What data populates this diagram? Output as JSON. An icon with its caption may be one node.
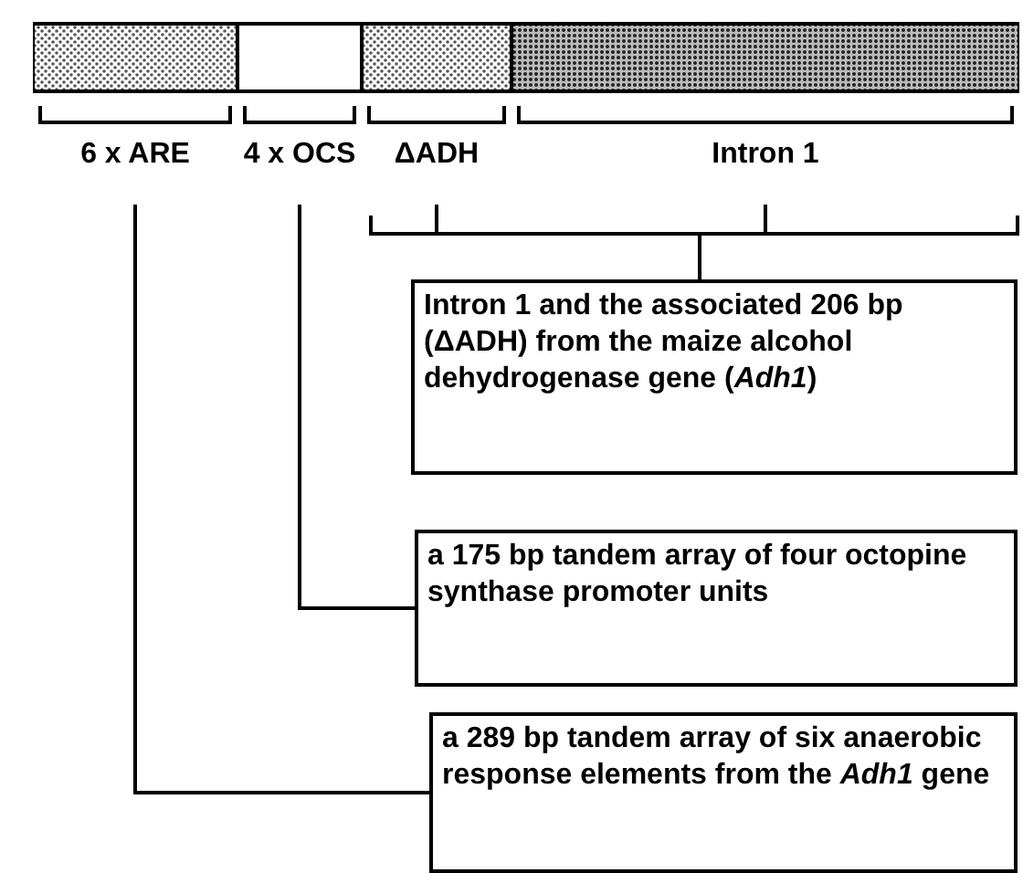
{
  "diagram": {
    "nodes": [
      {
        "text": [
          "6 x ARE"
        ]
      },
      {
        "text": [
          "4 x OCS"
        ]
      },
      {
        "text": [
          "ΔADH"
        ]
      },
      {
        "text": [
          "Intron 1"
        ]
      },
      {
        "text": [
          "Intron 1 and the associated 206 bp (ΔADH) from the maize alcohol dehydrogenase gene (*Adh1*)"
        ]
      },
      {
        "text": [
          "a 175 bp tandem array of four octopine synthase promoter units"
        ]
      },
      {
        "text": [
          "a 289 bp tandem array of six anaerobic response elements from the *Adh1* gene"
        ]
      }
    ],
    "edges": [
      {
        "from": 4,
        "to": 2,
        "arrow": "none"
      },
      {
        "from": 4,
        "to": 3,
        "arrow": "none"
      },
      {
        "from": 5,
        "to": 1,
        "arrow": "none"
      },
      {
        "from": 6,
        "to": 0,
        "arrow": "none"
      }
    ]
  }
}
